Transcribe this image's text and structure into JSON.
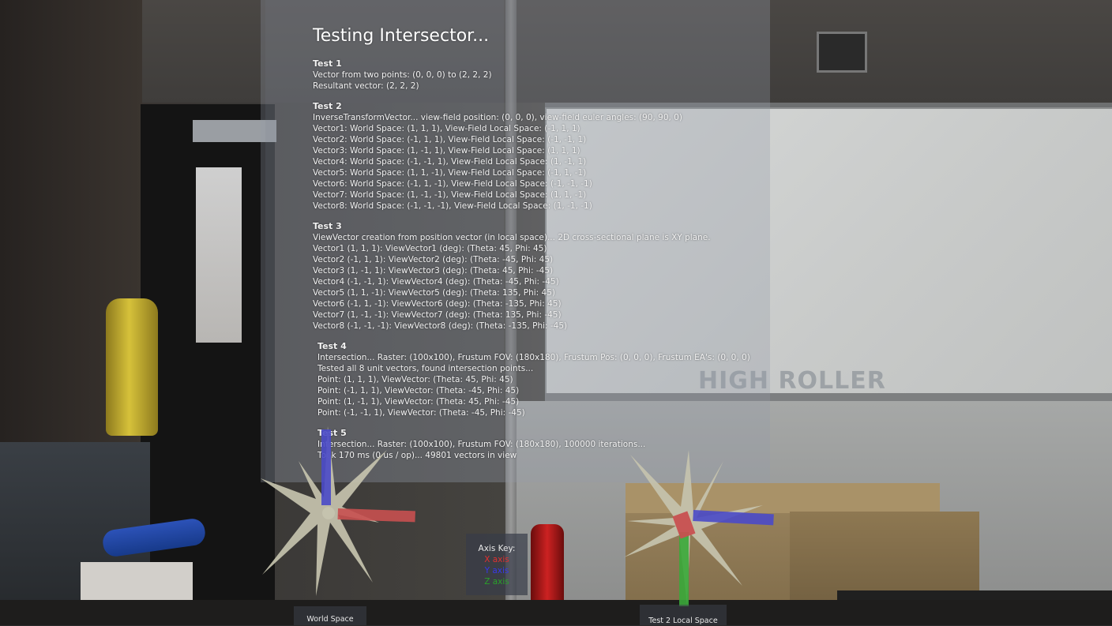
{
  "panel": {
    "title": "Testing Intersector...",
    "tests": [
      {
        "heading": "Test 1",
        "lines": [
          "Vector from two points: (0, 0, 0) to (2, 2, 2)",
          "Resultant vector: (2, 2, 2)"
        ]
      },
      {
        "heading": "Test 2",
        "lines": [
          "InverseTransformVector... view-field position: (0, 0, 0), view-field euler angles: (90, 90, 0)",
          "Vector1: World Space: (1, 1, 1), View-Field Local Space: (-1, 1, 1)",
          "Vector2: World Space: (-1, 1, 1), View-Field Local Space: (-1, -1, 1)",
          "Vector3: World Space: (1, -1, 1), View-Field Local Space: (1, 1, 1)",
          "Vector4: World Space: (-1, -1, 1), View-Field Local Space: (1, -1, 1)",
          "Vector5: World Space: (1, 1, -1), View-Field Local Space: (-1, 1, -1)",
          "Vector6: World Space: (-1, 1, -1), View-Field Local Space: (-1, -1, -1)",
          "Vector7: World Space: (1, -1, -1), View-Field Local Space: (1, 1, -1)",
          "Vector8: World Space: (-1, -1, -1), View-Field Local Space: (1, -1, -1)"
        ]
      },
      {
        "heading": "Test 3",
        "lines": [
          "ViewVector creation from position vector (in local space)... 2D cross-sectional plane is XY plane.",
          "Vector1 (1, 1, 1): ViewVector1 (deg): (Theta: 45, Phi: 45)",
          "Vector2 (-1, 1, 1): ViewVector2 (deg): (Theta: -45, Phi: 45)",
          "Vector3 (1, -1, 1): ViewVector3 (deg): (Theta: 45, Phi: -45)",
          "Vector4 (-1, -1, 1): ViewVector4 (deg): (Theta: -45, Phi: -45)",
          "Vector5 (1, 1, -1): ViewVector5 (deg): (Theta: 135, Phi: 45)",
          "Vector6 (-1, 1, -1): ViewVector6 (deg): (Theta: -135, Phi: 45)",
          "Vector7 (1, -1, -1): ViewVector7 (deg): (Theta: 135, Phi: -45)",
          "Vector8 (-1, -1, -1): ViewVector8 (deg): (Theta: -135, Phi: -45)"
        ]
      },
      {
        "heading": "Test 4",
        "lines": [
          "Intersection... Raster: (100x100), Frustum FOV: (180x180), Frustum Pos: (0, 0, 0), Frustum EA's: (0, 0, 0)",
          "Tested all 8 unit vectors, found intersection points...",
          "Point: (1, 1, 1), ViewVector: (Theta: 45, Phi: 45)",
          "Point: (-1, 1, 1), ViewVector: (Theta: -45, Phi: 45)",
          "Point: (1, -1, 1), ViewVector: (Theta: 45, Phi: -45)",
          "Point: (-1, -1, 1), ViewVector: (Theta: -45, Phi: -45)"
        ]
      },
      {
        "heading": "Test 5",
        "lines": [
          "Intersection... Raster: (100x100), Frustum FOV: (180x180), 100000 iterations...",
          "Took 170 ms (0 us / op)... 49801 vectors in view"
        ]
      }
    ]
  },
  "axis_key": {
    "title": "Axis Key:",
    "x_label": "X axis",
    "y_label": "Y axis",
    "z_label": "Z axis",
    "colors": {
      "x": "#e03030",
      "y": "#3838e8",
      "z": "#2aa02a"
    }
  },
  "gizmos": {
    "world_label": "World Space",
    "local_label": "Test 2 Local Space"
  },
  "background": {
    "brand_text": "HIGH ROLLER"
  }
}
